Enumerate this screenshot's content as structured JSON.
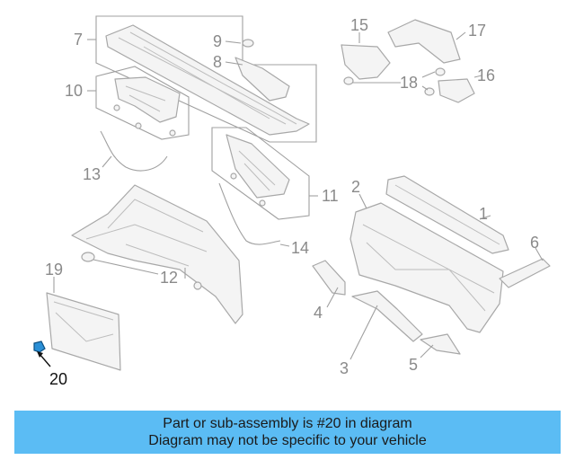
{
  "diagram": {
    "callouts": {
      "c1": "1",
      "c2": "2",
      "c3": "3",
      "c4": "4",
      "c5": "5",
      "c6": "6",
      "c7": "7",
      "c8": "8",
      "c9": "9",
      "c10": "10",
      "c11": "11",
      "c12": "12",
      "c13": "13",
      "c14": "14",
      "c15": "15",
      "c16": "16",
      "c17": "17",
      "c18": "18",
      "c19": "19",
      "c20": "20"
    },
    "highlighted_part": "20",
    "highlight_color": "#2a8fd6"
  },
  "banner": {
    "line1": "Part or sub-assembly is #20 in diagram",
    "line2": "Diagram may not be specific to your vehicle",
    "background": "#5bbcf4"
  }
}
